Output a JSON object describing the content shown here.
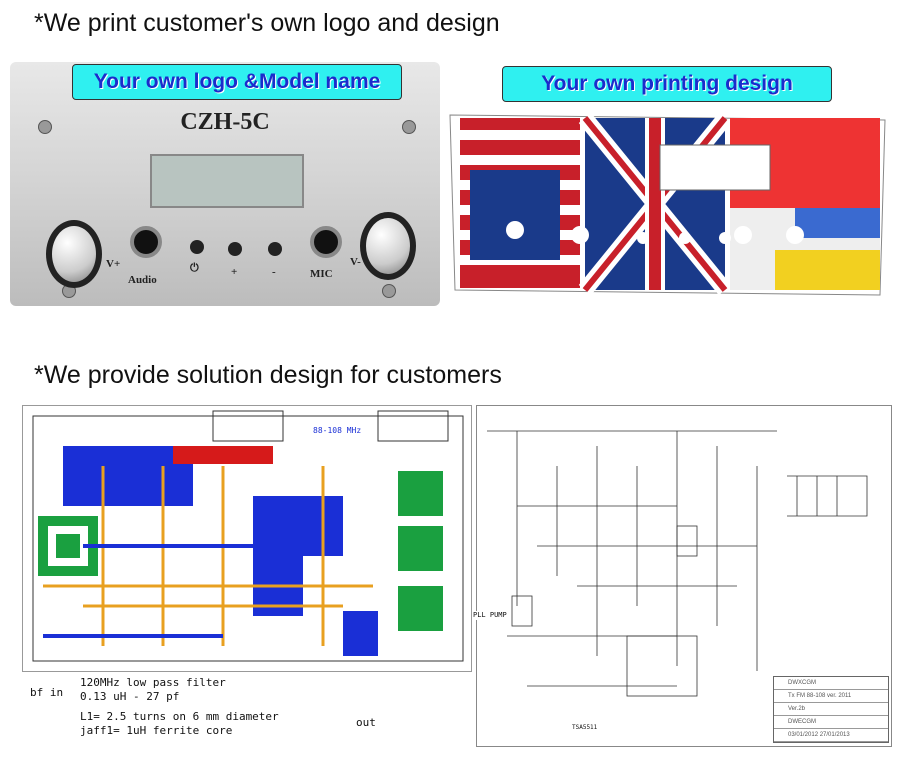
{
  "headings": {
    "top": "*We print customer's own logo and design",
    "bottom": "*We provide solution design for customers"
  },
  "device": {
    "tag": "Your own  logo &Model name",
    "model": "CZH-5C",
    "labels": {
      "vplus": "V+",
      "audio": "Audio",
      "power": "⏻",
      "plus": "+",
      "minus": "-",
      "mic": "MIC",
      "vminus": "V-"
    }
  },
  "flag_panel": {
    "tag": "Your own  printing design"
  },
  "pcb": {
    "labels": {
      "bf_in": "bf in",
      "out": "out",
      "pcb_text": "88-108 MHz"
    },
    "notes": [
      "120MHz low pass filter",
      "0.13 uH - 27 pf",
      "L1= 2.5 turns on 6 mm diameter",
      "jaff1= 1uH ferrite core"
    ]
  },
  "schematic": {
    "labels": {
      "pll": "PLL PUMP",
      "chip": "TSA5511"
    },
    "title_block": [
      "DWXCGM",
      "Tx FM 88-108 ver. 2011",
      "Ver.2b",
      "DWECGM",
      "03/01/2012 27/01/2013"
    ]
  }
}
